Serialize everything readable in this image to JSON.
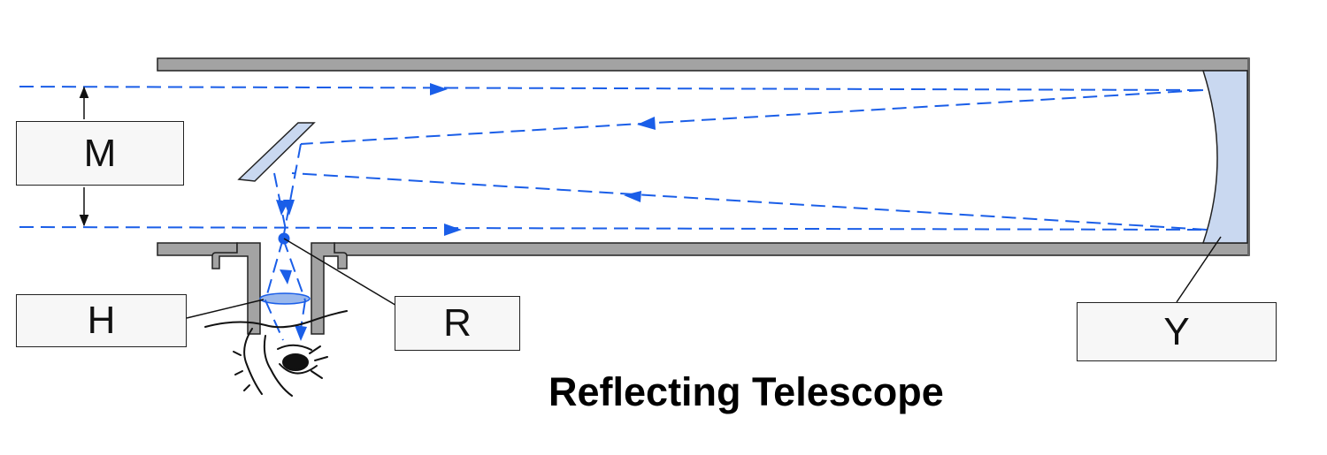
{
  "title": "Reflecting Telescope",
  "labels": {
    "m": "M",
    "h": "H",
    "r": "R",
    "y": "Y"
  },
  "colors": {
    "ray": "#1a5ee8",
    "tube": "#a3a3a3",
    "mirror_fill": "#c9d8f0",
    "outline": "#222222"
  }
}
